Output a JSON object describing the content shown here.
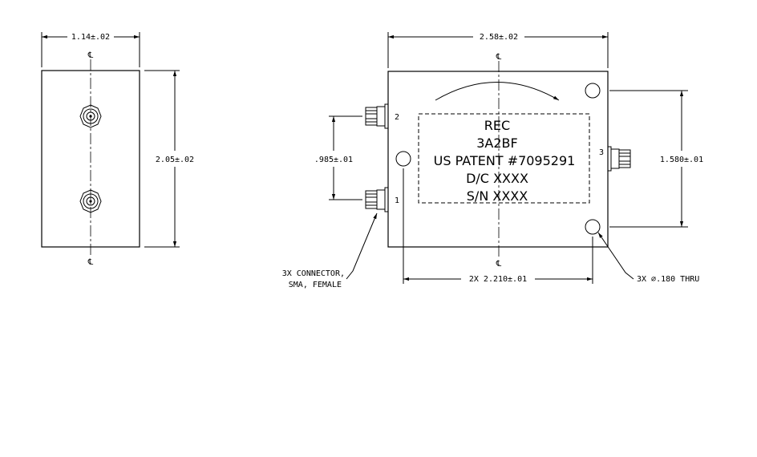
{
  "side_view": {
    "width_dim": "1.14±.02",
    "height_dim": "2.05±.02",
    "centerline_top": "℄",
    "centerline_bottom": "℄"
  },
  "front_view": {
    "width_dim": "2.58±.02",
    "centerline_top": "℄",
    "centerline_bottom": "℄",
    "port_labels": [
      "2",
      "1",
      "3"
    ],
    "port_spacing_dim": ".985±.01",
    "hole_spacing_v_dim": "1.580±.01",
    "hole_spacing_h_dim": "2X 2.210±.01",
    "label_lines": [
      "REC",
      "3A2BF",
      "US PATENT #7095291",
      "D/C XXXX",
      "S/N XXXX"
    ]
  },
  "callouts": {
    "connector_line1": "3X CONNECTOR,",
    "connector_line2": "SMA, FEMALE",
    "hole": "3X ⌀.180 THRU"
  }
}
